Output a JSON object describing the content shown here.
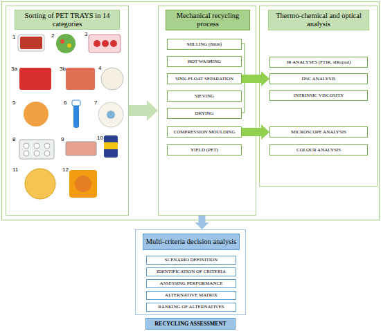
{
  "diagram": {
    "nodes": [
      {
        "text": [
          "Sorting of PET TRAYS in 14 categories"
        ]
      },
      {
        "text": [
          "Mechanical recycling process"
        ]
      },
      {
        "text": [
          "MILLING (8mm)"
        ],
        "in": 1
      },
      {
        "text": [
          "HOT WASHING"
        ],
        "in": 1
      },
      {
        "text": [
          "SINK-FLOAT SEPARATION"
        ],
        "in": 1
      },
      {
        "text": [
          "SIEVING"
        ],
        "in": 1
      },
      {
        "text": [
          "DRYING"
        ],
        "in": 1
      },
      {
        "text": [
          "COMPRESSION MOULDING"
        ],
        "in": 1
      },
      {
        "text": [
          "YIELD (PET)"
        ],
        "in": 1
      },
      {
        "text": [
          "Thermo-chemical and optical analysis"
        ]
      },
      {
        "text": [
          "IR ANALYSES (FTIR, sIRopad)"
        ],
        "in": 9
      },
      {
        "text": [
          "DSC ANALYSIS"
        ],
        "in": 9
      },
      {
        "text": [
          "INTRINSIC VISCOSITY"
        ],
        "in": 9
      },
      {
        "text": [
          "MICROSCOPE ANALYSIS"
        ],
        "in": 9
      },
      {
        "text": [
          "COLOUR ANALYSIS"
        ],
        "in": 9
      },
      {
        "text": [
          "Multi-criteria decision analysis"
        ]
      },
      {
        "text": [
          "SCENARIO DEFINITION"
        ],
        "in": 15
      },
      {
        "text": [
          "IDENTIFICATION OF CRITERIA"
        ],
        "in": 15
      },
      {
        "text": [
          "ASSESSING PERFORMANCE"
        ],
        "in": 15
      },
      {
        "text": [
          "ALTERNATIVE MATRIX"
        ],
        "in": 15
      },
      {
        "text": [
          "RANKING OF ALTERNATIVES"
        ],
        "in": 15
      },
      {
        "text": [
          "RECYCLING ASSESSMENT"
        ]
      }
    ],
    "edges": [
      {
        "from": 0,
        "to": 1,
        "arrow": "to"
      },
      {
        "from": 4,
        "to": 11,
        "arrow": "to"
      },
      {
        "from": 7,
        "to": 13,
        "arrow": "to"
      },
      {
        "from": 1,
        "to": 15,
        "arrow": "to"
      }
    ],
    "labels": [
      "1",
      "2",
      "3",
      "3a",
      "3b",
      "4",
      "5",
      "6",
      "7",
      "8",
      "9",
      "10",
      "11",
      "12"
    ]
  }
}
